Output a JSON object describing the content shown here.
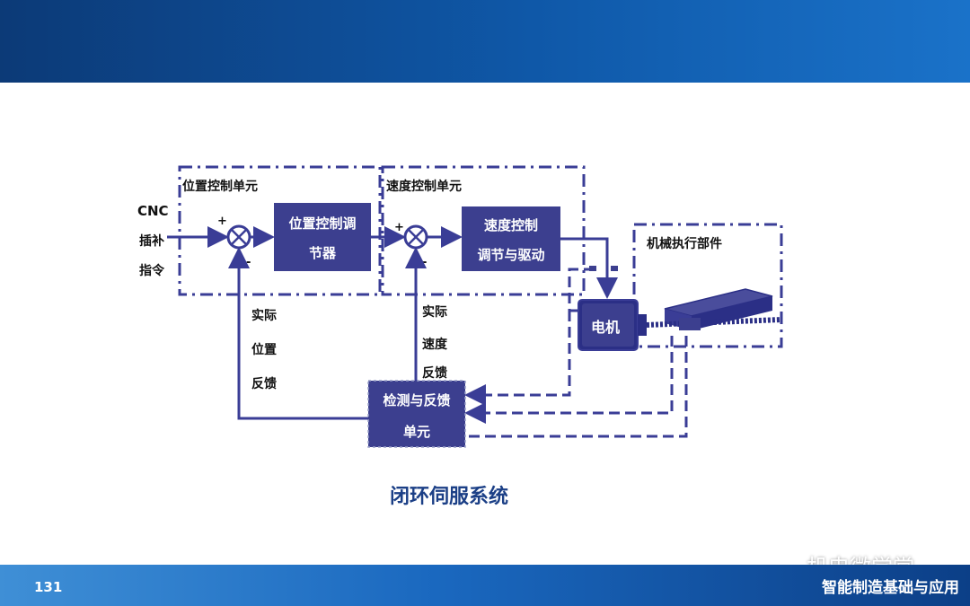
{
  "slide": {
    "page_number": "131",
    "caption": "闭环伺服系统",
    "footer_title": "智能制造基础与应用",
    "watermark": "机电微学堂"
  },
  "diagram": {
    "input_labels": [
      "CNC",
      "插补",
      "指令"
    ],
    "units": {
      "position": "位置控制单元",
      "speed": "速度控制单元",
      "mechanical": "机械执行部件"
    },
    "blocks": {
      "position_regulator": [
        "位置控制调",
        "节器"
      ],
      "speed_driver": [
        "速度控制",
        "调节与驱动"
      ],
      "motor": "电机",
      "feedback": [
        "检测与反馈",
        "单元"
      ]
    },
    "feedback_labels": {
      "position": [
        "实际",
        "位置",
        "反馈"
      ],
      "speed": [
        "实际",
        "速度",
        "反馈"
      ]
    },
    "signs": {
      "plus": "+",
      "minus": "-"
    }
  },
  "colors": {
    "line": "#3a3d96",
    "block": "#3c3f8f",
    "caption": "#1b3f86"
  }
}
